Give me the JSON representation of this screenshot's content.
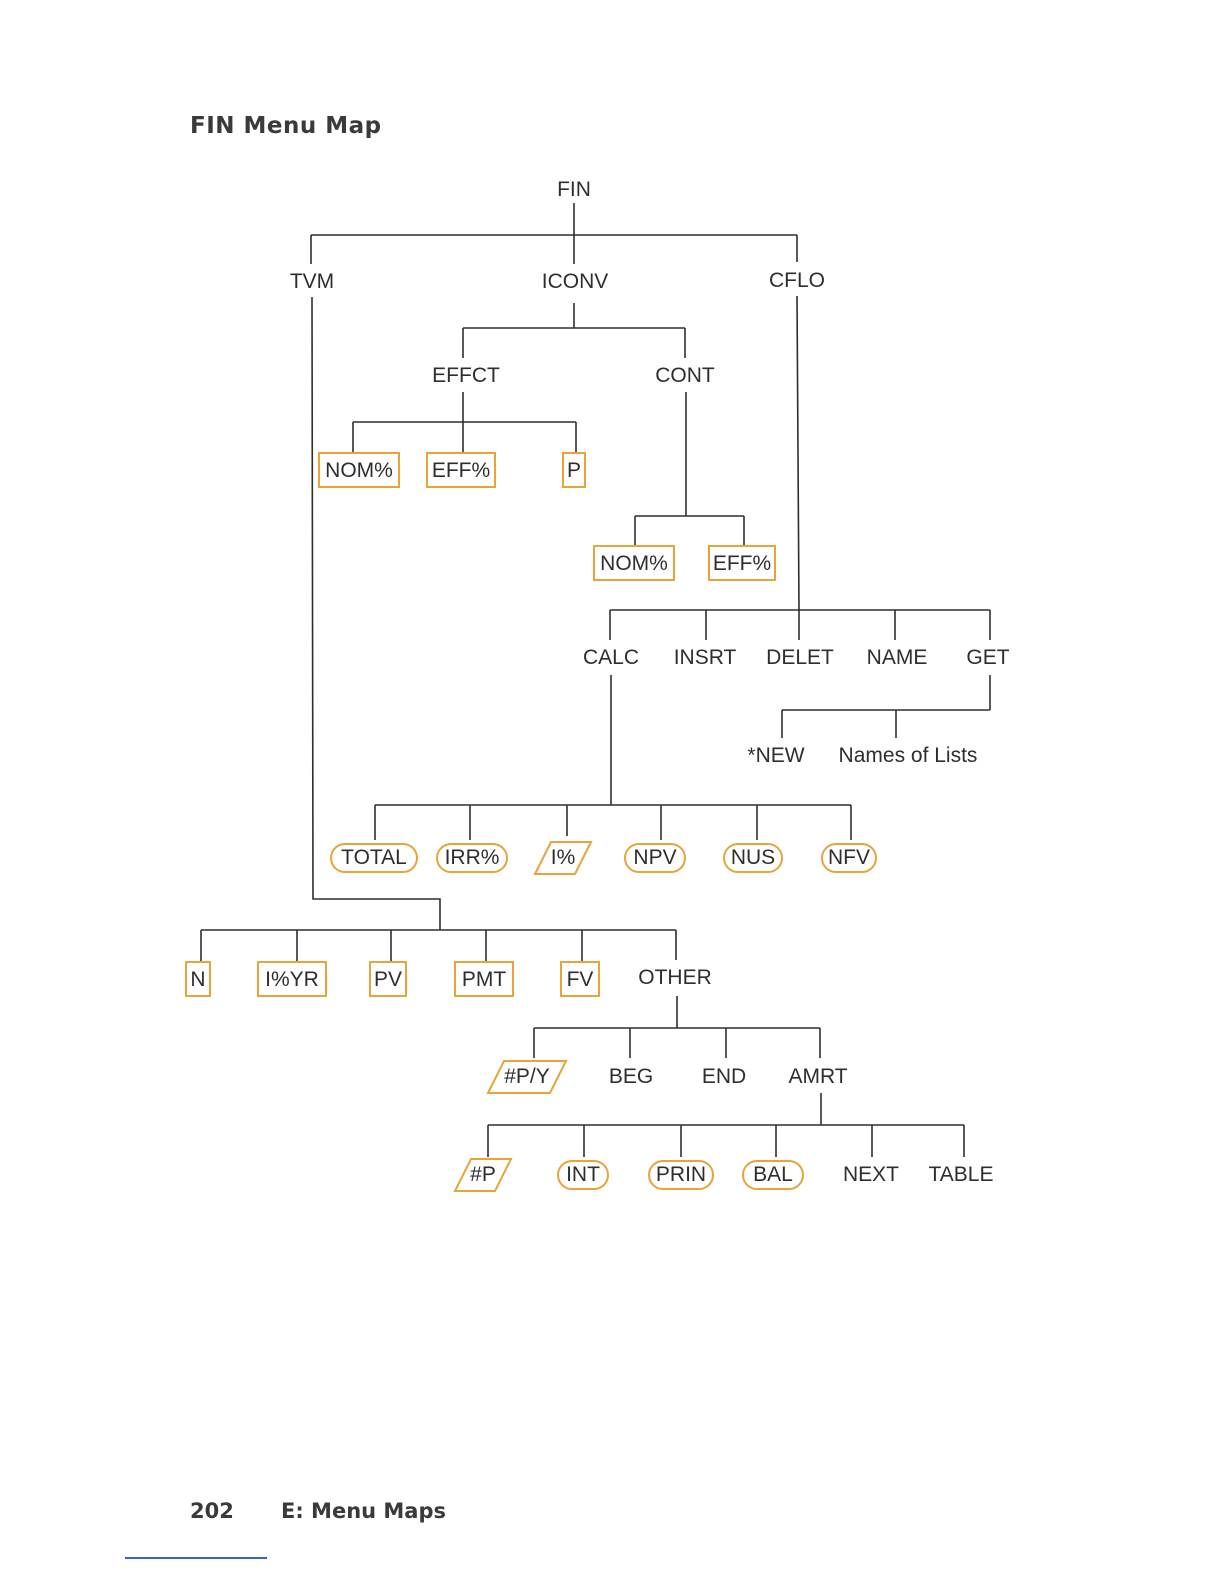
{
  "page": {
    "heading": "FIN Menu Map",
    "page_number": "202",
    "section": "E: Menu Maps"
  },
  "colors": {
    "line": "#2e2e2e",
    "outline": "#e8a33a",
    "footer_rule": "#3a5fd0"
  },
  "nodes": {
    "fin": {
      "label": "FIN",
      "style": "plain"
    },
    "tvm": {
      "label": "TVM",
      "style": "plain"
    },
    "iconv": {
      "label": "ICONV",
      "style": "plain"
    },
    "cflo": {
      "label": "CFLO",
      "style": "plain"
    },
    "effct": {
      "label": "EFFCT",
      "style": "plain"
    },
    "cont": {
      "label": "CONT",
      "style": "plain"
    },
    "effct_nom": {
      "label": "NOM%",
      "style": "box"
    },
    "effct_eff": {
      "label": "EFF%",
      "style": "box"
    },
    "effct_p": {
      "label": "P",
      "style": "box"
    },
    "cont_nom": {
      "label": "NOM%",
      "style": "box"
    },
    "cont_eff": {
      "label": "EFF%",
      "style": "box"
    },
    "calc": {
      "label": "CALC",
      "style": "plain"
    },
    "insrt": {
      "label": "INSRT",
      "style": "plain"
    },
    "delet": {
      "label": "DELET",
      "style": "plain"
    },
    "name": {
      "label": "NAME",
      "style": "plain"
    },
    "get": {
      "label": "GET",
      "style": "plain"
    },
    "new": {
      "label": "*NEW",
      "style": "plain"
    },
    "names_lists": {
      "label": "Names of Lists",
      "style": "plain"
    },
    "total": {
      "label": "TOTAL",
      "style": "oval"
    },
    "irr": {
      "label": "IRR%",
      "style": "oval"
    },
    "ipct": {
      "label": "I%",
      "style": "para"
    },
    "npv": {
      "label": "NPV",
      "style": "oval"
    },
    "nus": {
      "label": "NUS",
      "style": "oval"
    },
    "nfv": {
      "label": "NFV",
      "style": "oval"
    },
    "n": {
      "label": "N",
      "style": "box"
    },
    "ipyr": {
      "label": "I%YR",
      "style": "box"
    },
    "pv": {
      "label": "PV",
      "style": "box"
    },
    "pmt": {
      "label": "PMT",
      "style": "box"
    },
    "fv": {
      "label": "FV",
      "style": "box"
    },
    "other": {
      "label": "OTHER",
      "style": "plain"
    },
    "ppy": {
      "label": "#P/Y",
      "style": "para"
    },
    "beg": {
      "label": "BEG",
      "style": "plain"
    },
    "end": {
      "label": "END",
      "style": "plain"
    },
    "amrt": {
      "label": "AMRT",
      "style": "plain"
    },
    "pnum": {
      "label": "#P",
      "style": "para"
    },
    "int": {
      "label": "INT",
      "style": "oval"
    },
    "prin": {
      "label": "PRIN",
      "style": "oval"
    },
    "bal": {
      "label": "BAL",
      "style": "oval"
    },
    "next": {
      "label": "NEXT",
      "style": "plain"
    },
    "table": {
      "label": "TABLE",
      "style": "plain"
    }
  }
}
